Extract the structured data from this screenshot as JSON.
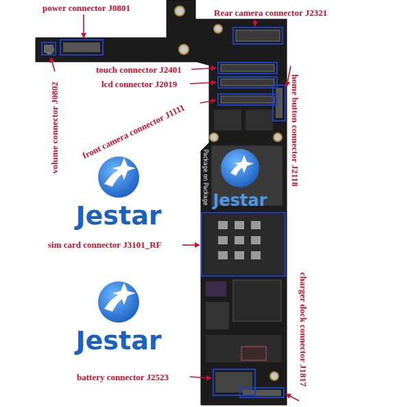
{
  "diagram": {
    "labels": [
      "power connector J0801",
      "Rear camera connector J2321",
      "home button connector J2118",
      "touch connector J2401",
      "lcd connector J2019",
      "front camera connector J1111",
      "volume connector J0802",
      "Jestar",
      "Jestar",
      "Jestar",
      "sim card connector J3101_RF",
      "charger dock connector J1817",
      "battery connector J2523",
      "Package on Package"
    ]
  }
}
